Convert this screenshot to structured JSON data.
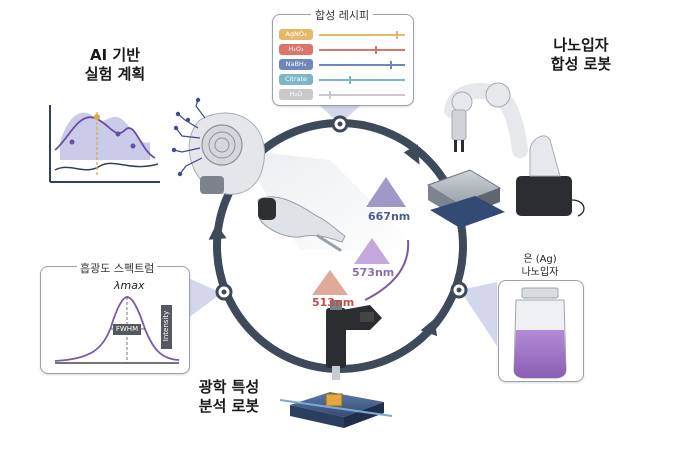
{
  "labels": {
    "ai_plan": [
      "AI 기반",
      "실험 계획"
    ],
    "synthesis_robot": [
      "나노입자",
      "합성 로봇"
    ],
    "optical_robot": [
      "광학 특성",
      "분석 로봇"
    ],
    "ag_nanoparticle": [
      "은 (Ag)",
      "나노입자"
    ]
  },
  "recipe": {
    "title": "합성 레시피",
    "items": [
      {
        "name": "AgNO₃",
        "color": "#e6b96a",
        "level": 0.9
      },
      {
        "name": "H₂O₂",
        "color": "#d9756b",
        "level": 0.65
      },
      {
        "name": "NaBH₄",
        "color": "#6f86b8",
        "level": 0.82
      },
      {
        "name": "Citrate",
        "color": "#7db6c4",
        "level": 0.35
      },
      {
        "name": "H₂O",
        "color": "#c9c9c9",
        "level": 0.12
      }
    ]
  },
  "spectrum": {
    "title": "흡광도 스펙트럼",
    "lambda_label": "λmax",
    "fwhm_label": "FWHM",
    "intensity_label": "Intensity"
  },
  "wavelengths": [
    {
      "label": "667nm",
      "color": "#4a5d8f"
    },
    {
      "label": "573nm",
      "color": "#8a6fb0"
    },
    {
      "label": "513nm",
      "color": "#c0504d"
    }
  ],
  "colors": {
    "cycle": "#3e4a5a",
    "purple": "#7b5aa6",
    "panel_border": "#9aa3ad"
  }
}
